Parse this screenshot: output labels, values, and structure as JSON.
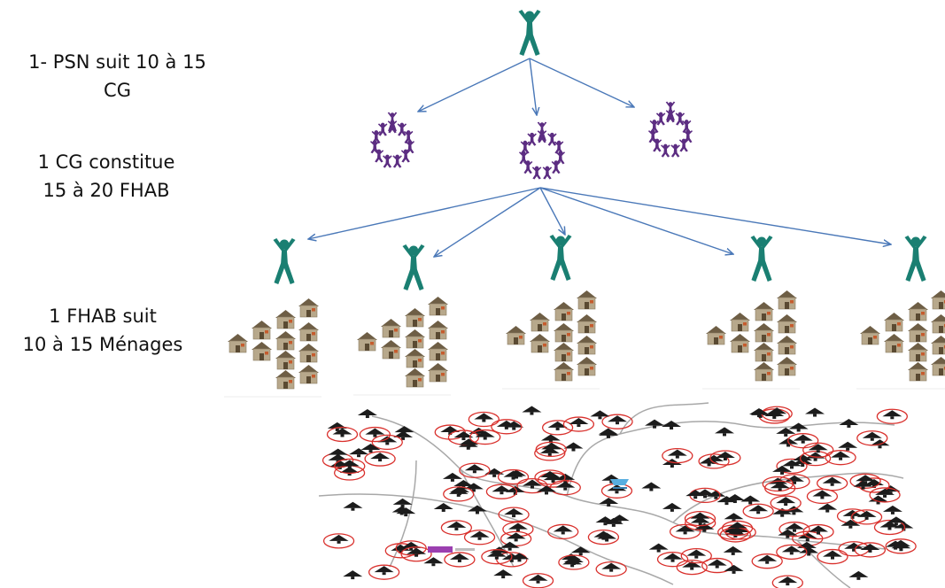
{
  "labels": {
    "level1": [
      "1- PSN suit 10 à 15",
      "CG"
    ],
    "level2": [
      "1 CG constitue",
      "15 à 20 FHAB"
    ],
    "level3": [
      "1 FHAB suit",
      "10 à 15 Ménages"
    ]
  },
  "colors": {
    "psn": "#1a7f72",
    "cg": "#5c2d82",
    "fhab": "#1a7f72",
    "arrow": "#4a78b8",
    "house_wall": "#b7a88b",
    "house_roof": "#6e5e45",
    "map_circle": "#d9302c",
    "map_house": "#1c1c1c",
    "map_road": "#a8a8a8",
    "legend_swatch": "#9b3fb0",
    "water": "#58aee0"
  },
  "icons": {
    "person": "person-icon",
    "group": "group-circle-icon",
    "house": "house-icon",
    "map": "village-map"
  }
}
